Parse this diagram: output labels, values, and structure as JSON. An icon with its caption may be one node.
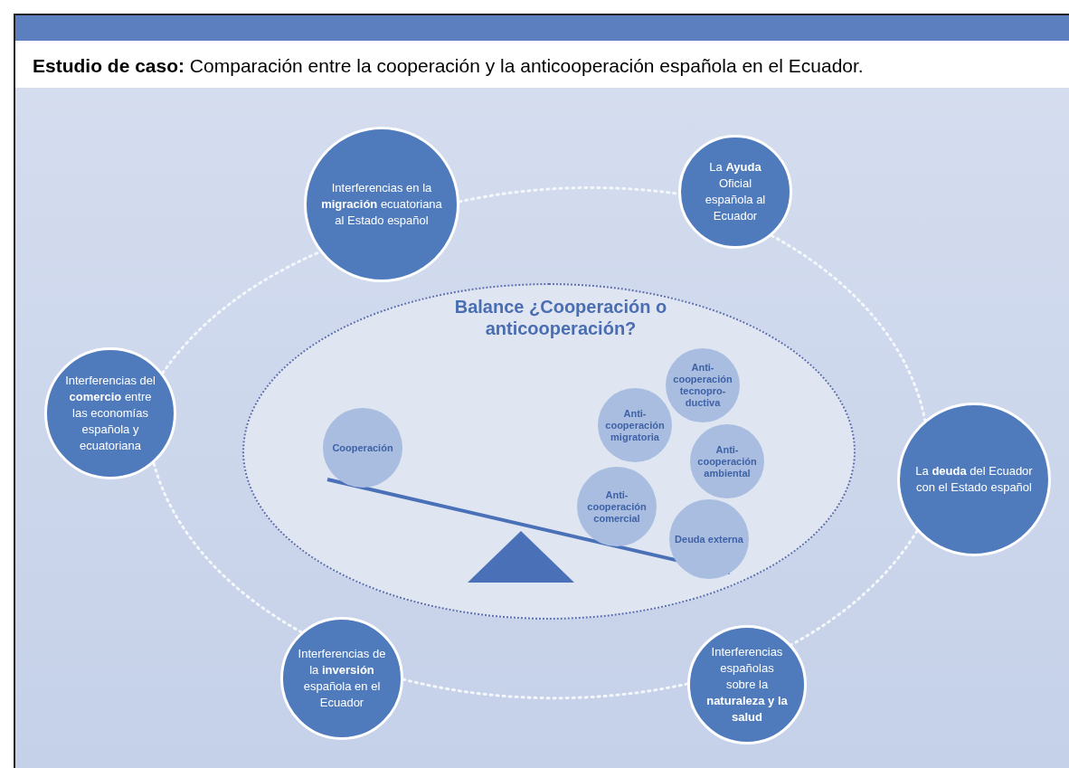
{
  "diagram": {
    "title": "**Estudio de caso:** Comparación entre la cooperación y la anticooperación española en el Ecuador.",
    "nodes": [
      {
        "text": [
          "Interferencias en la **migración** ecuatoriana al Estado español"
        ]
      },
      {
        "text": [
          "La **Ayuda** Oficial española al Ecuador"
        ]
      },
      {
        "text": [
          "Balance ¿Cooperación o anticooperación?"
        ]
      },
      {
        "text": [
          "Anti-cooperación tecnopro-ductiva"
        ],
        "in": 2
      },
      {
        "text": [
          "Interferencias del **comercio** entre las economías española y ecuatoriana"
        ]
      },
      {
        "text": [
          "Anti-cooperación migratoria"
        ],
        "in": 2
      },
      {
        "text": [
          "Cooperación"
        ],
        "in": 2
      },
      {
        "text": [
          "Anti-cooperación ambiental"
        ],
        "in": 2
      },
      {
        "text": [
          "La **deuda** del Ecuador con el Estado español"
        ]
      },
      {
        "text": [
          "Anti-cooperación comercial"
        ],
        "in": 2
      },
      {
        "text": [
          "Deuda externa"
        ],
        "in": 2
      },
      {
        "text": [
          "Interferencias de la **inversión** española en el Ecuador"
        ]
      },
      {
        "text": [
          "Interferencias españolas sobre la **naturaleza y la salud**"
        ]
      }
    ],
    "edges": [
      {
        "from": 0,
        "to": 1,
        "arrow": "none",
        "style": "dashed"
      },
      {
        "from": 1,
        "to": 8,
        "arrow": "none",
        "style": "dashed"
      },
      {
        "from": 8,
        "to": 12,
        "arrow": "none",
        "style": "dashed"
      },
      {
        "from": 12,
        "to": 11,
        "arrow": "none",
        "style": "dashed"
      },
      {
        "from": 11,
        "to": 4,
        "arrow": "none",
        "style": "dashed"
      },
      {
        "from": 4,
        "to": 0,
        "arrow": "none",
        "style": "dashed"
      }
    ]
  }
}
